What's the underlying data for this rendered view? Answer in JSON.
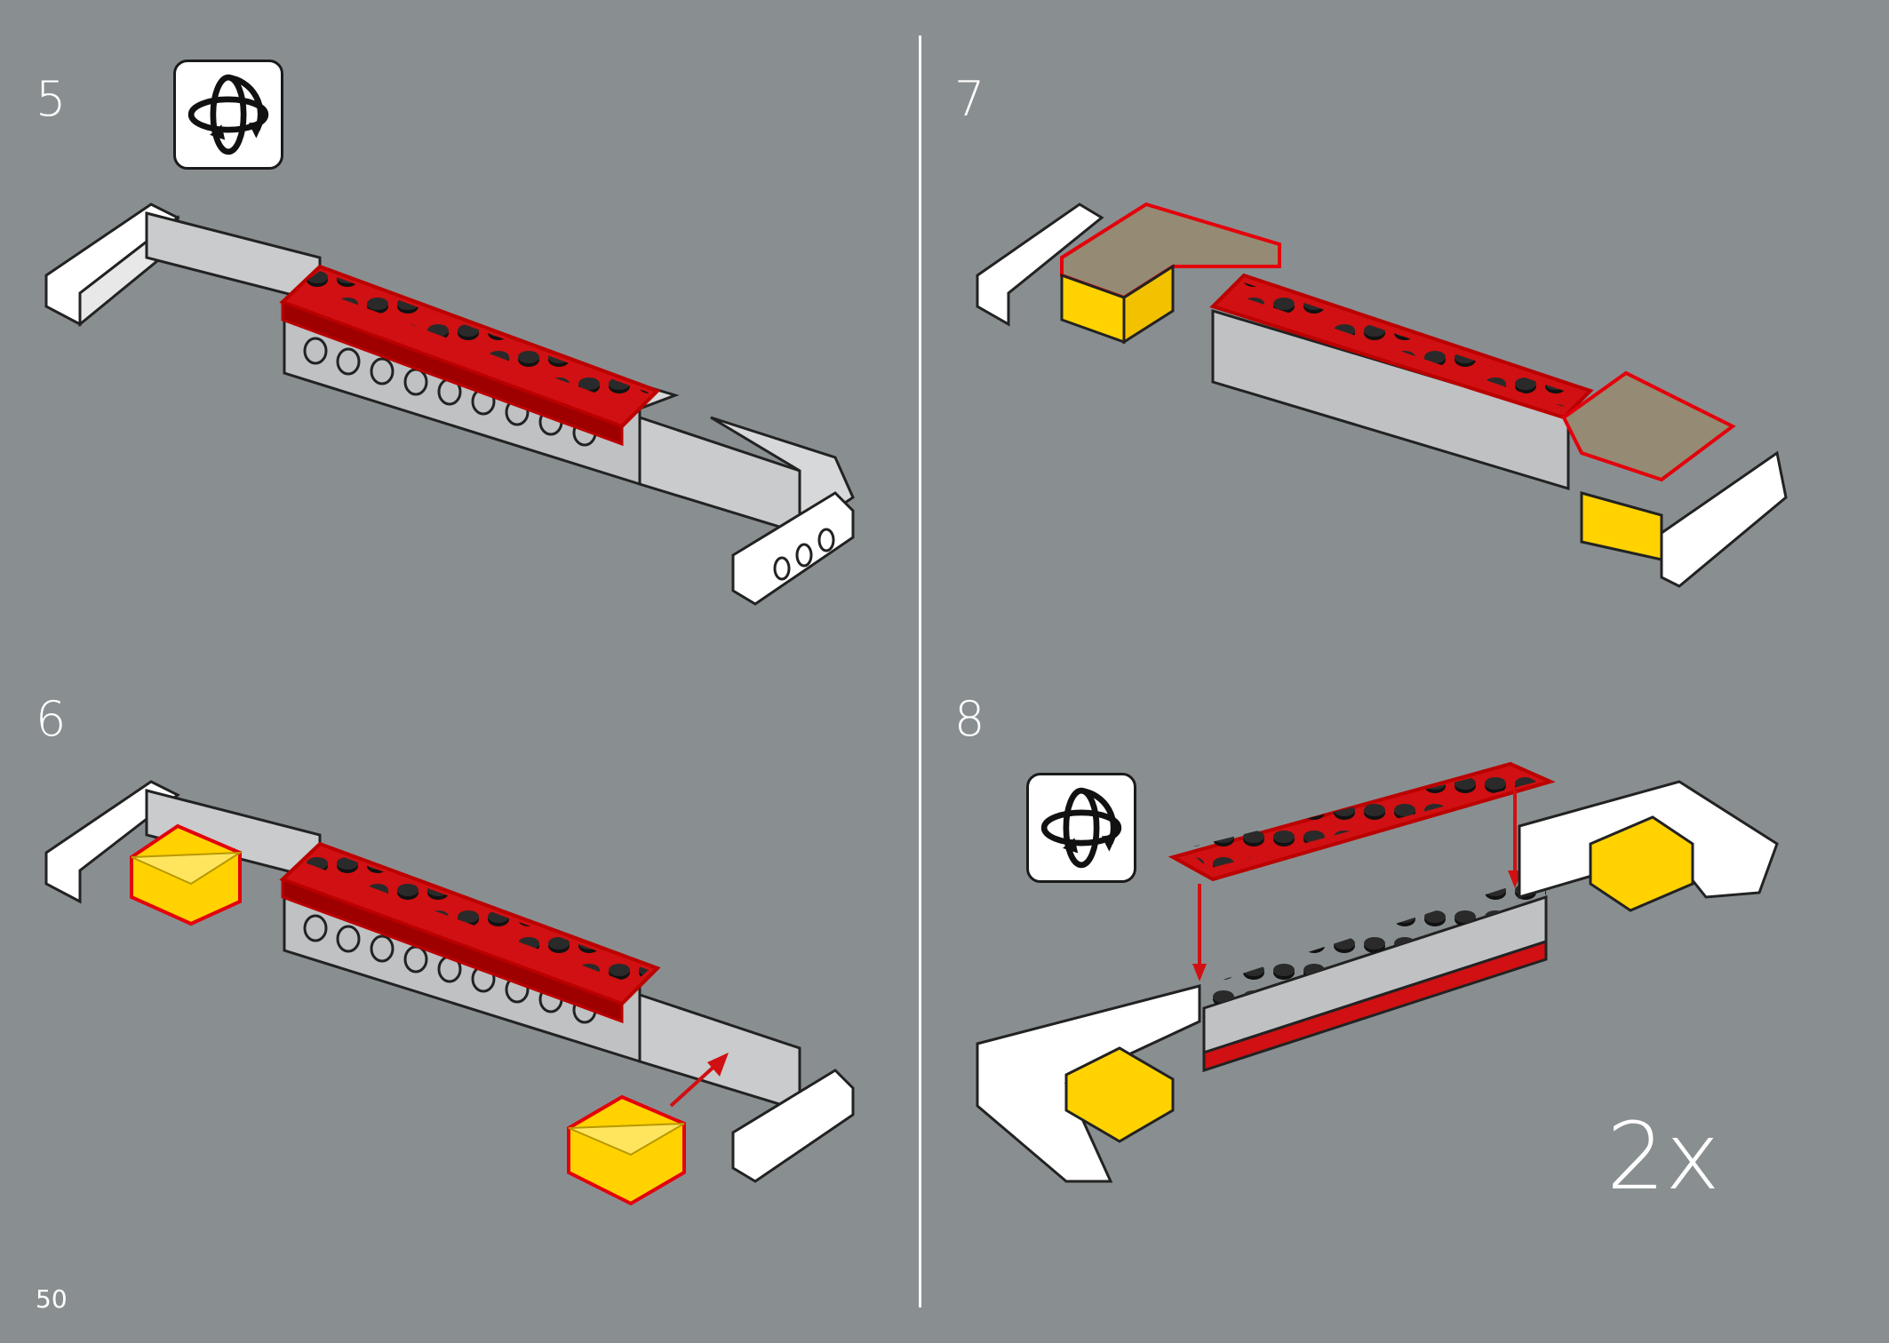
{
  "page": {
    "page_number": "50",
    "background": "#898f91"
  },
  "steps": [
    {
      "number": "5",
      "rotate_icon": "rotate-model-icon"
    },
    {
      "number": "6"
    },
    {
      "number": "7"
    },
    {
      "number": "8",
      "rotate_icon": "rotate-model-icon",
      "multiplier": "2x"
    }
  ],
  "colors": {
    "red": "#d01012",
    "grey": "#a8aaad",
    "white": "#ffffff",
    "yellow": "#ffd200",
    "tan": "#958a73",
    "highlight": "#e3000b"
  }
}
